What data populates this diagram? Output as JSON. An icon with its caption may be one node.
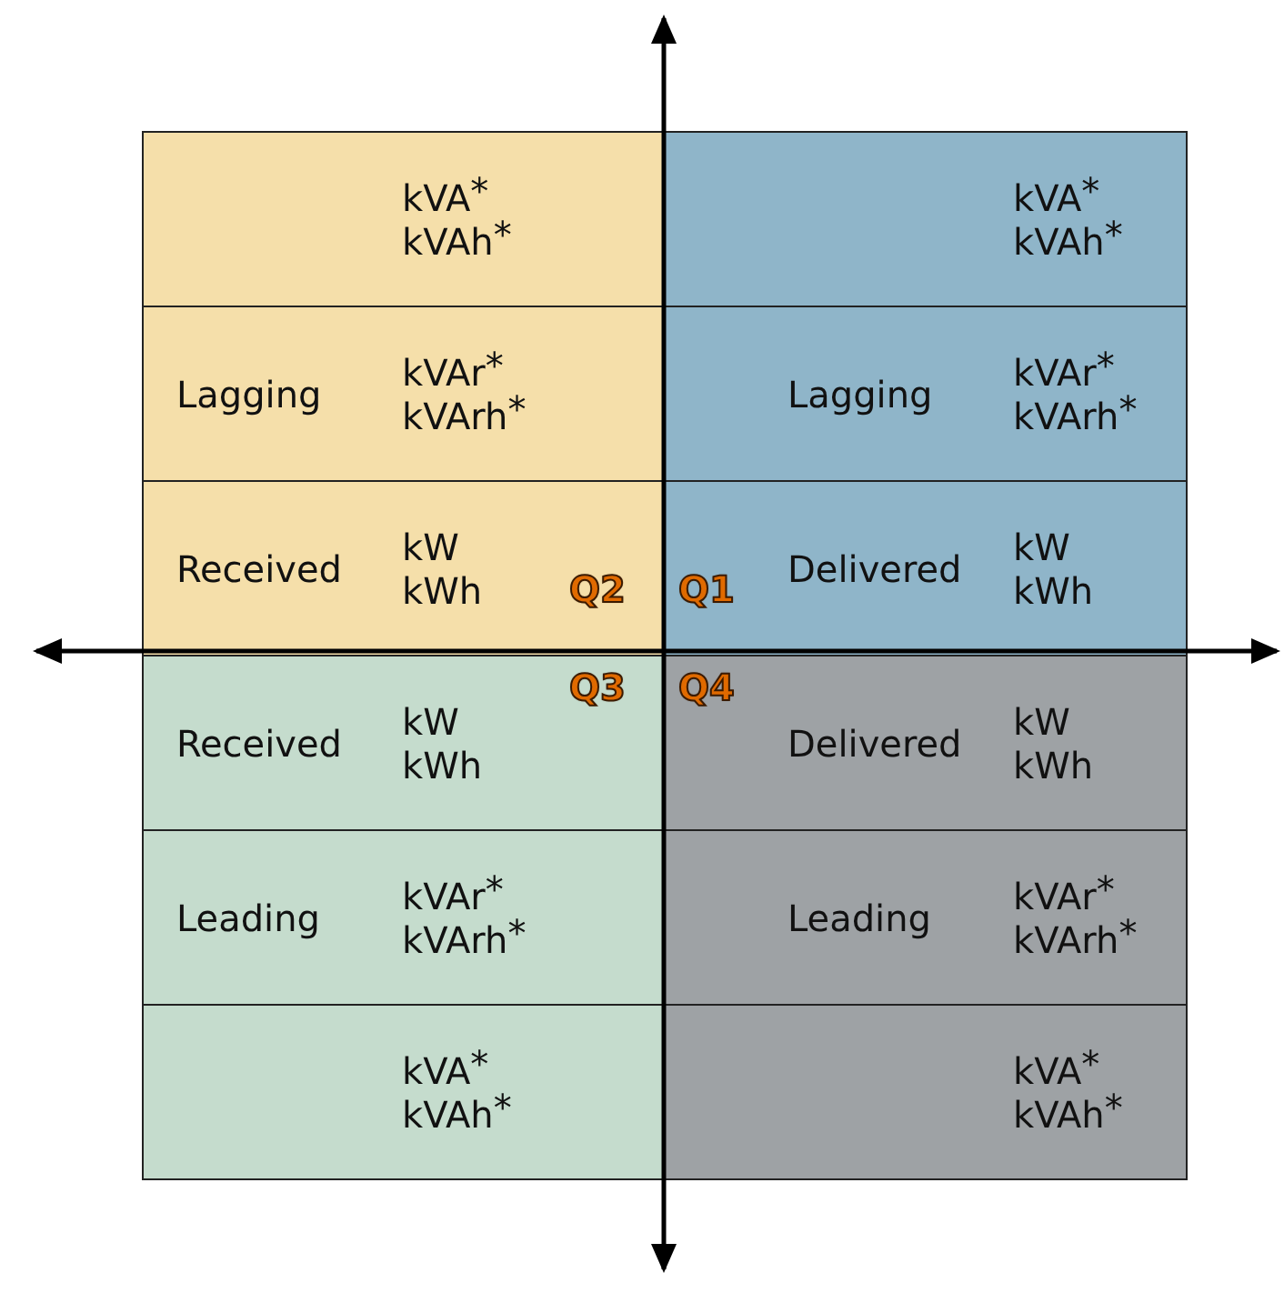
{
  "diagram": {
    "nodes": [
      {
        "text": [
          "kVA$^{*}$ kVAh$^{*}$"
        ]
      },
      {
        "text": [
          "kVA$^{*}$ kVAh$^{*}$"
        ]
      },
      {
        "text": [
          "Lagging",
          "kVAr$^{*}$ kVArh$^{*}$"
        ]
      },
      {
        "text": [
          "Lagging",
          "kVAr$^{*}$ kVArh$^{*}$"
        ]
      },
      {
        "text": [
          "Received",
          "kW kWh"
        ]
      },
      {
        "text": [
          "Delivered",
          "kW kWh"
        ]
      },
      {
        "text": [
          "Received",
          "kW kWh"
        ]
      },
      {
        "text": [
          "Delivered",
          "kW kWh"
        ]
      },
      {
        "text": [
          "Leading",
          "kVAr$^{*}$ kVArh$^{*}$"
        ]
      },
      {
        "text": [
          "Leading",
          "kVAr$^{*}$ kVArh$^{*}$"
        ]
      },
      {
        "text": [
          "kVA$^{*}$ kVAh$^{*}$"
        ]
      },
      {
        "text": [
          "kVA$^{*}$ kVAh$^{*}$"
        ]
      }
    ],
    "labels": [
      "Q2",
      "Q1",
      "Q3",
      "Q4"
    ]
  }
}
